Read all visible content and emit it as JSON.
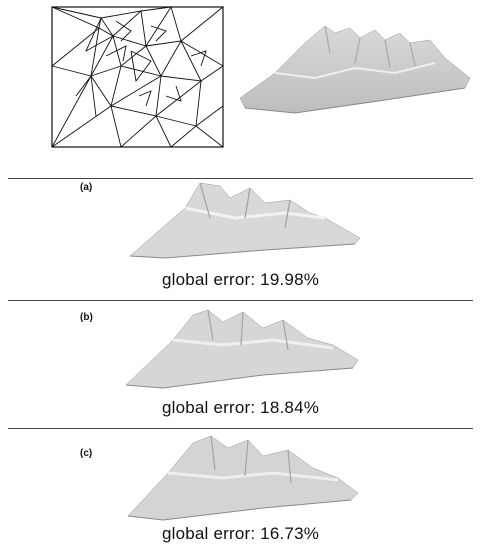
{
  "figure": {
    "panels": [
      {
        "label": "(a)",
        "caption": "global error: 19.98%"
      },
      {
        "label": "(b)",
        "caption": "global error: 18.84%"
      },
      {
        "label": "(c)",
        "caption": "global error: 16.73%"
      }
    ]
  }
}
